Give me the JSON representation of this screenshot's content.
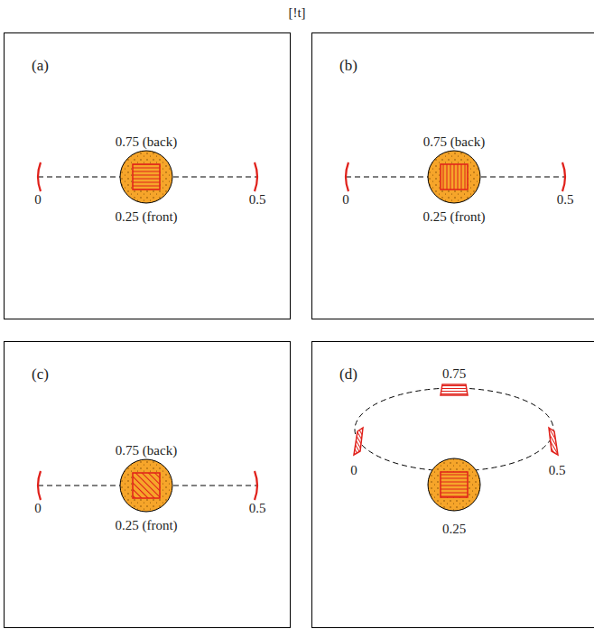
{
  "diagram": {
    "nodes": [
      {
        "text": [
          "(a)"
        ]
      },
      {
        "text": [
          "(b)"
        ]
      },
      {
        "text": [
          "(c)"
        ]
      },
      {
        "text": [
          "(d)"
        ]
      }
    ],
    "labels": [
      "[!t]",
      "0.75 (back)",
      "0",
      "0.5",
      "0.25 (front)",
      "0.75 (back)",
      "0",
      "0.5",
      "0.25 (front)",
      "0.75 (back)",
      "0",
      "0.5",
      "0.25 (front)",
      "0.75",
      "0",
      "0.5",
      "0.25"
    ]
  }
}
